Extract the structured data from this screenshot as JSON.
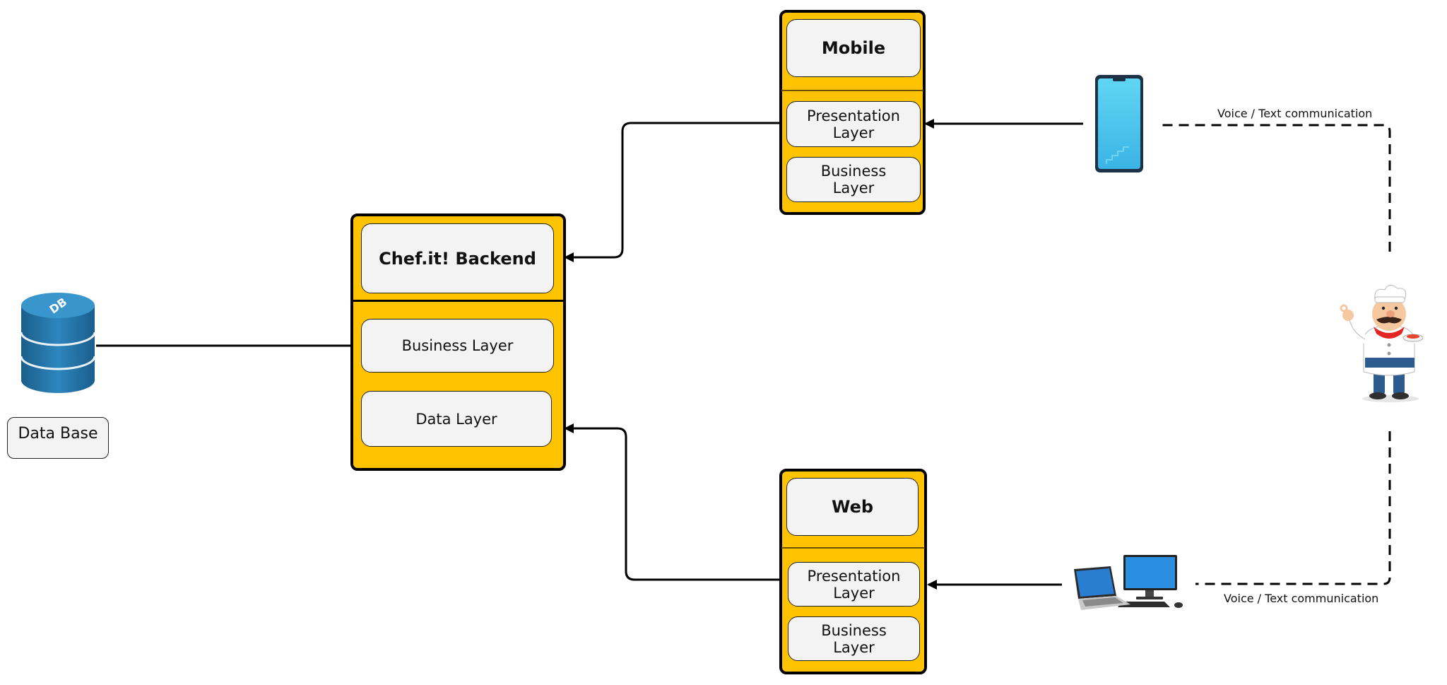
{
  "database": {
    "label": "Data Base",
    "icon": "database-icon",
    "icon_text": "DB"
  },
  "backend": {
    "title": "Chef.it! Backend",
    "layers": [
      "Business Layer",
      "Data Layer"
    ]
  },
  "mobile": {
    "title": "Mobile",
    "layers": [
      "Presentation\nLayer",
      "Business\nLayer"
    ],
    "device_icon": "smartphone-icon"
  },
  "web": {
    "title": "Web",
    "layers": [
      "Presentation\nLayer",
      "Business\nLayer"
    ],
    "device_icon": "laptop-desktop-icon"
  },
  "user": {
    "icon": "chef-icon"
  },
  "communication": {
    "mobile_label": "Voice / Text communication",
    "web_label": "Voice / Text communication"
  },
  "colors": {
    "frame": "#ffc300",
    "box": "#f3f3f3",
    "db": "#1f6fa3"
  }
}
